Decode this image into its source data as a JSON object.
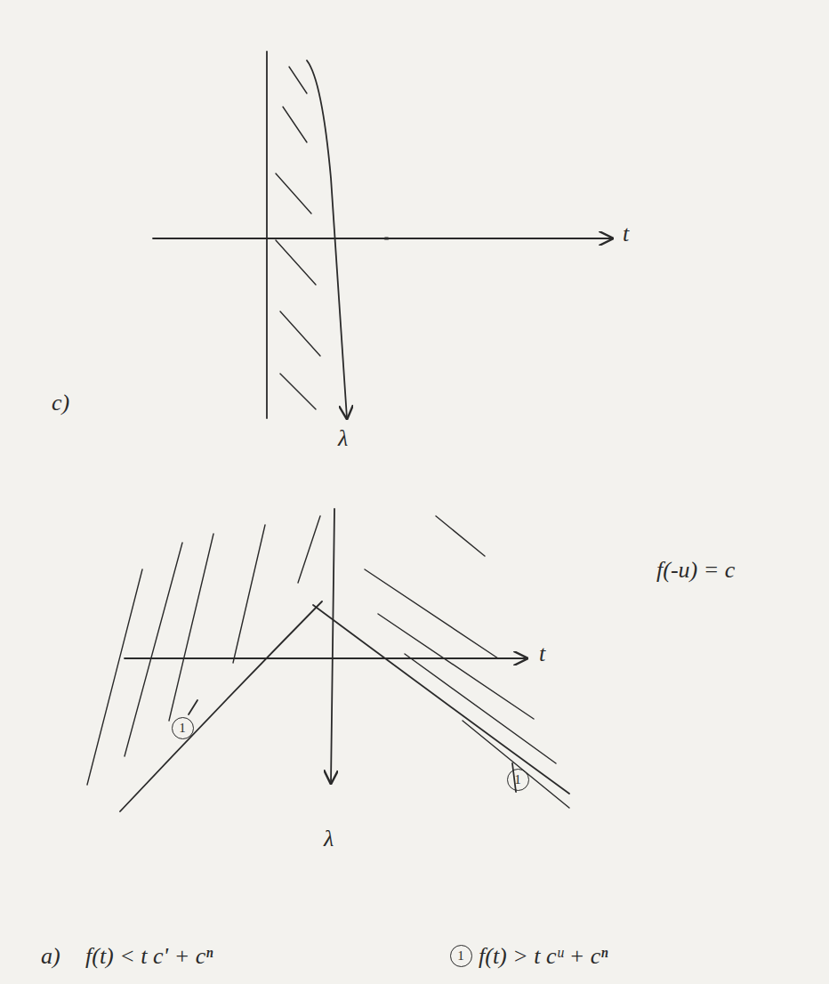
{
  "diagram": {
    "nodes": [
      {
        "text": [
          "1"
        ]
      },
      {
        "text": [
          "1"
        ]
      },
      {
        "text": [
          "1"
        ]
      }
    ],
    "labels": [
      "t",
      "λ",
      "c)",
      "f(-u) = c",
      "t",
      "λ",
      "a)",
      "f(t) < t c' + cⁿ",
      "f(t) > t cᵘ + cⁿ"
    ]
  }
}
